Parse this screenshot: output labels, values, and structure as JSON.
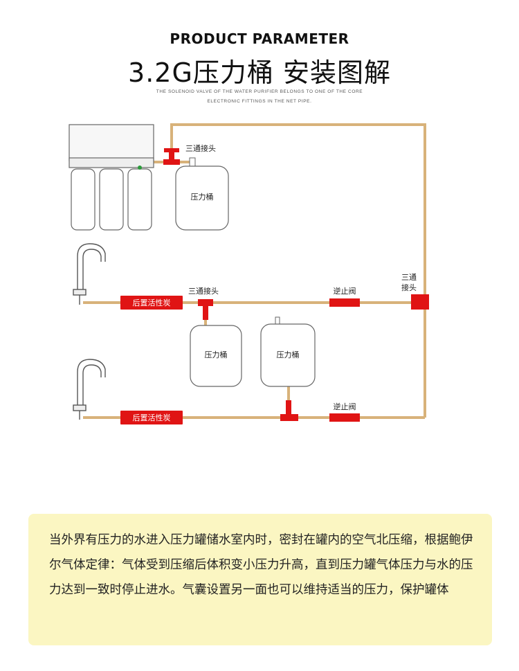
{
  "header": {
    "title_en": "PRODUCT PARAMETER",
    "title_cn": "3.2G压力桶 安装图解",
    "subtitle_line1": "THE SOLENOID VALVE OF THE WATER PURIFIER BELONGS TO ONE OF THE CORE",
    "subtitle_line2": "ELECTRONIC FITTINGS IN THE NET PIPE."
  },
  "diagram": {
    "labels": {
      "tee_top": "三通接头",
      "tank_top": "压力桶",
      "carbon_1": "后置活性炭",
      "tee_mid": "三通接头",
      "check_valve_1": "逆止阀",
      "tee_right_line1": "三通",
      "tee_right_line2": "接头",
      "tank_mid": "压力桶",
      "tank_low": "压力桶",
      "carbon_2": "后置活性炭",
      "check_valve_2": "逆止阀"
    },
    "colors": {
      "pipe": "#d8b27a",
      "fitting": "#e01414",
      "outline": "#444444"
    }
  },
  "info": {
    "text": "当外界有压力的水进入压力罐储水室内时，密封在罐内的空气北压缩，根据鲍伊尔气体定律：气体受到压缩后体积变小压力升高，直到压力罐气体压力与水的压力达到一致时停止进水。气囊设置另一面也可以维持适当的压力，保护罐体"
  }
}
